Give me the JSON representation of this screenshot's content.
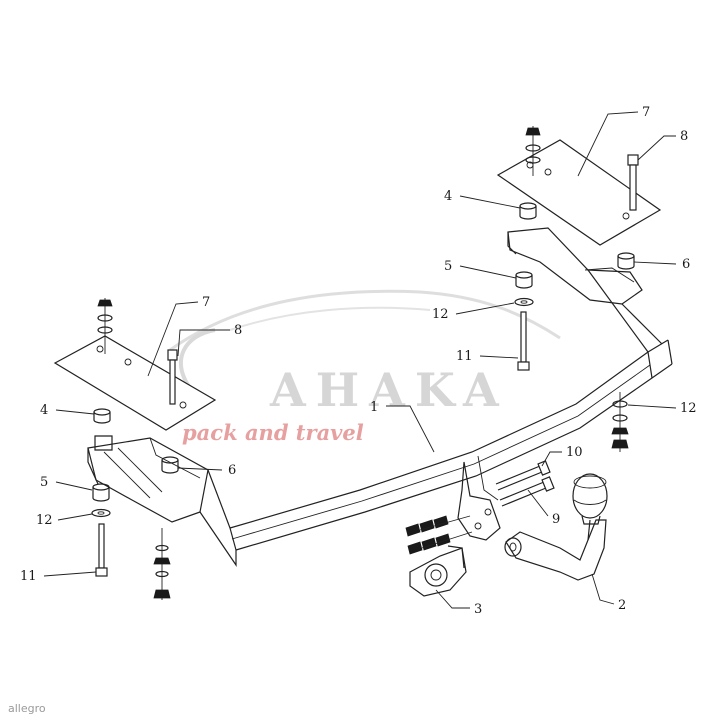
{
  "watermark": {
    "brand": "AHAKA",
    "tagline": "pack and travel",
    "brand_color": "#d6d6d6",
    "tagline_color": "#e7a0a0"
  },
  "corner_mark": "allegro",
  "labels": {
    "p1": "1",
    "p2": "2",
    "p3": "3",
    "p4a": "4",
    "p4b": "4",
    "p5a": "5",
    "p5b": "5",
    "p6a": "6",
    "p6b": "6",
    "p7a": "7",
    "p7b": "7",
    "p8a": "8",
    "p8b": "8",
    "p9": "9",
    "p10": "10",
    "p11a": "11",
    "p11b": "11",
    "p12a": "12",
    "p12b": "12",
    "p12c": "12"
  }
}
